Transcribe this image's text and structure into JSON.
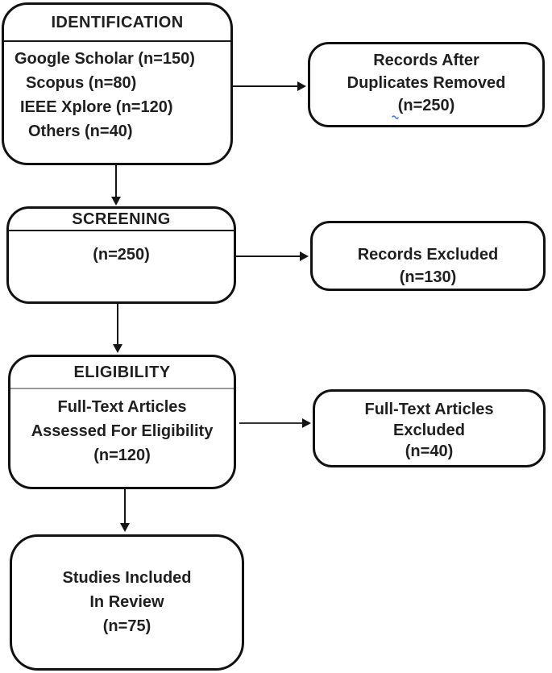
{
  "diagram": {
    "stages": {
      "identification": {
        "header": "IDENTIFICATION",
        "lines": [
          "Google Scholar (n=150)",
          "Scopus (n=80)",
          "IEEE Xplore (n=120)",
          "Others (n=40)"
        ]
      },
      "screening": {
        "header": "SCREENING",
        "lines": [
          "(n=250)"
        ]
      },
      "eligibility": {
        "header": "ELIGIBILITY",
        "lines": [
          "Full-Text Articles",
          "Assessed For Eligibility",
          "(n=120)"
        ]
      },
      "included": {
        "lines": [
          "Studies Included",
          "In Review",
          "(n=75)"
        ]
      }
    },
    "side_boxes": {
      "duplicates_removed": {
        "lines": [
          "Records After",
          "Duplicates Removed",
          "(n=250)"
        ]
      },
      "records_excluded": {
        "lines": [
          "Records Excluded",
          "(n=130)"
        ]
      },
      "fulltext_excluded": {
        "lines": [
          "Full-Text Articles",
          "Excluded",
          "(n=40)"
        ]
      }
    },
    "colors": {
      "border": "#111111",
      "text": "#1f1f1f",
      "eligibility_divider": "#999999",
      "squiggle": "#3a6fd8"
    }
  }
}
